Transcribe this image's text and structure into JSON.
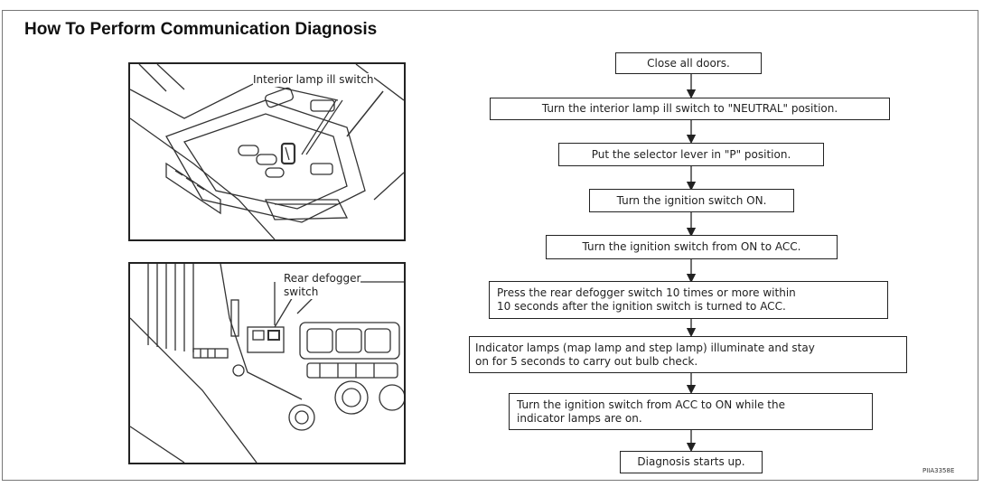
{
  "title": "How To Perform Communication Diagnosis",
  "images": {
    "top_label": "Interior lamp ill switch",
    "bottom_label_line1": "Rear defogger",
    "bottom_label_line2": "switch"
  },
  "flow": {
    "step1": "Close all doors.",
    "step2": "Turn the interior lamp ill switch to \"NEUTRAL\" position.",
    "step3": "Put the selector lever in \"P\" position.",
    "step4": "Turn the ignition switch ON.",
    "step5": "Turn the ignition switch from ON to ACC.",
    "step6_line1": "Press the rear defogger switch 10 times or more within",
    "step6_line2": "10 seconds after the ignition switch is turned to ACC.",
    "step7_line1": "Indicator lamps (map lamp and step lamp) illuminate and stay",
    "step7_line2": "on for 5 seconds to carry out bulb check.",
    "step8_line1": "Turn the ignition switch from ACC to ON while the",
    "step8_line2": "indicator lamps are on.",
    "step9": "Diagnosis starts up."
  },
  "figure_code": "PIIA3358E"
}
